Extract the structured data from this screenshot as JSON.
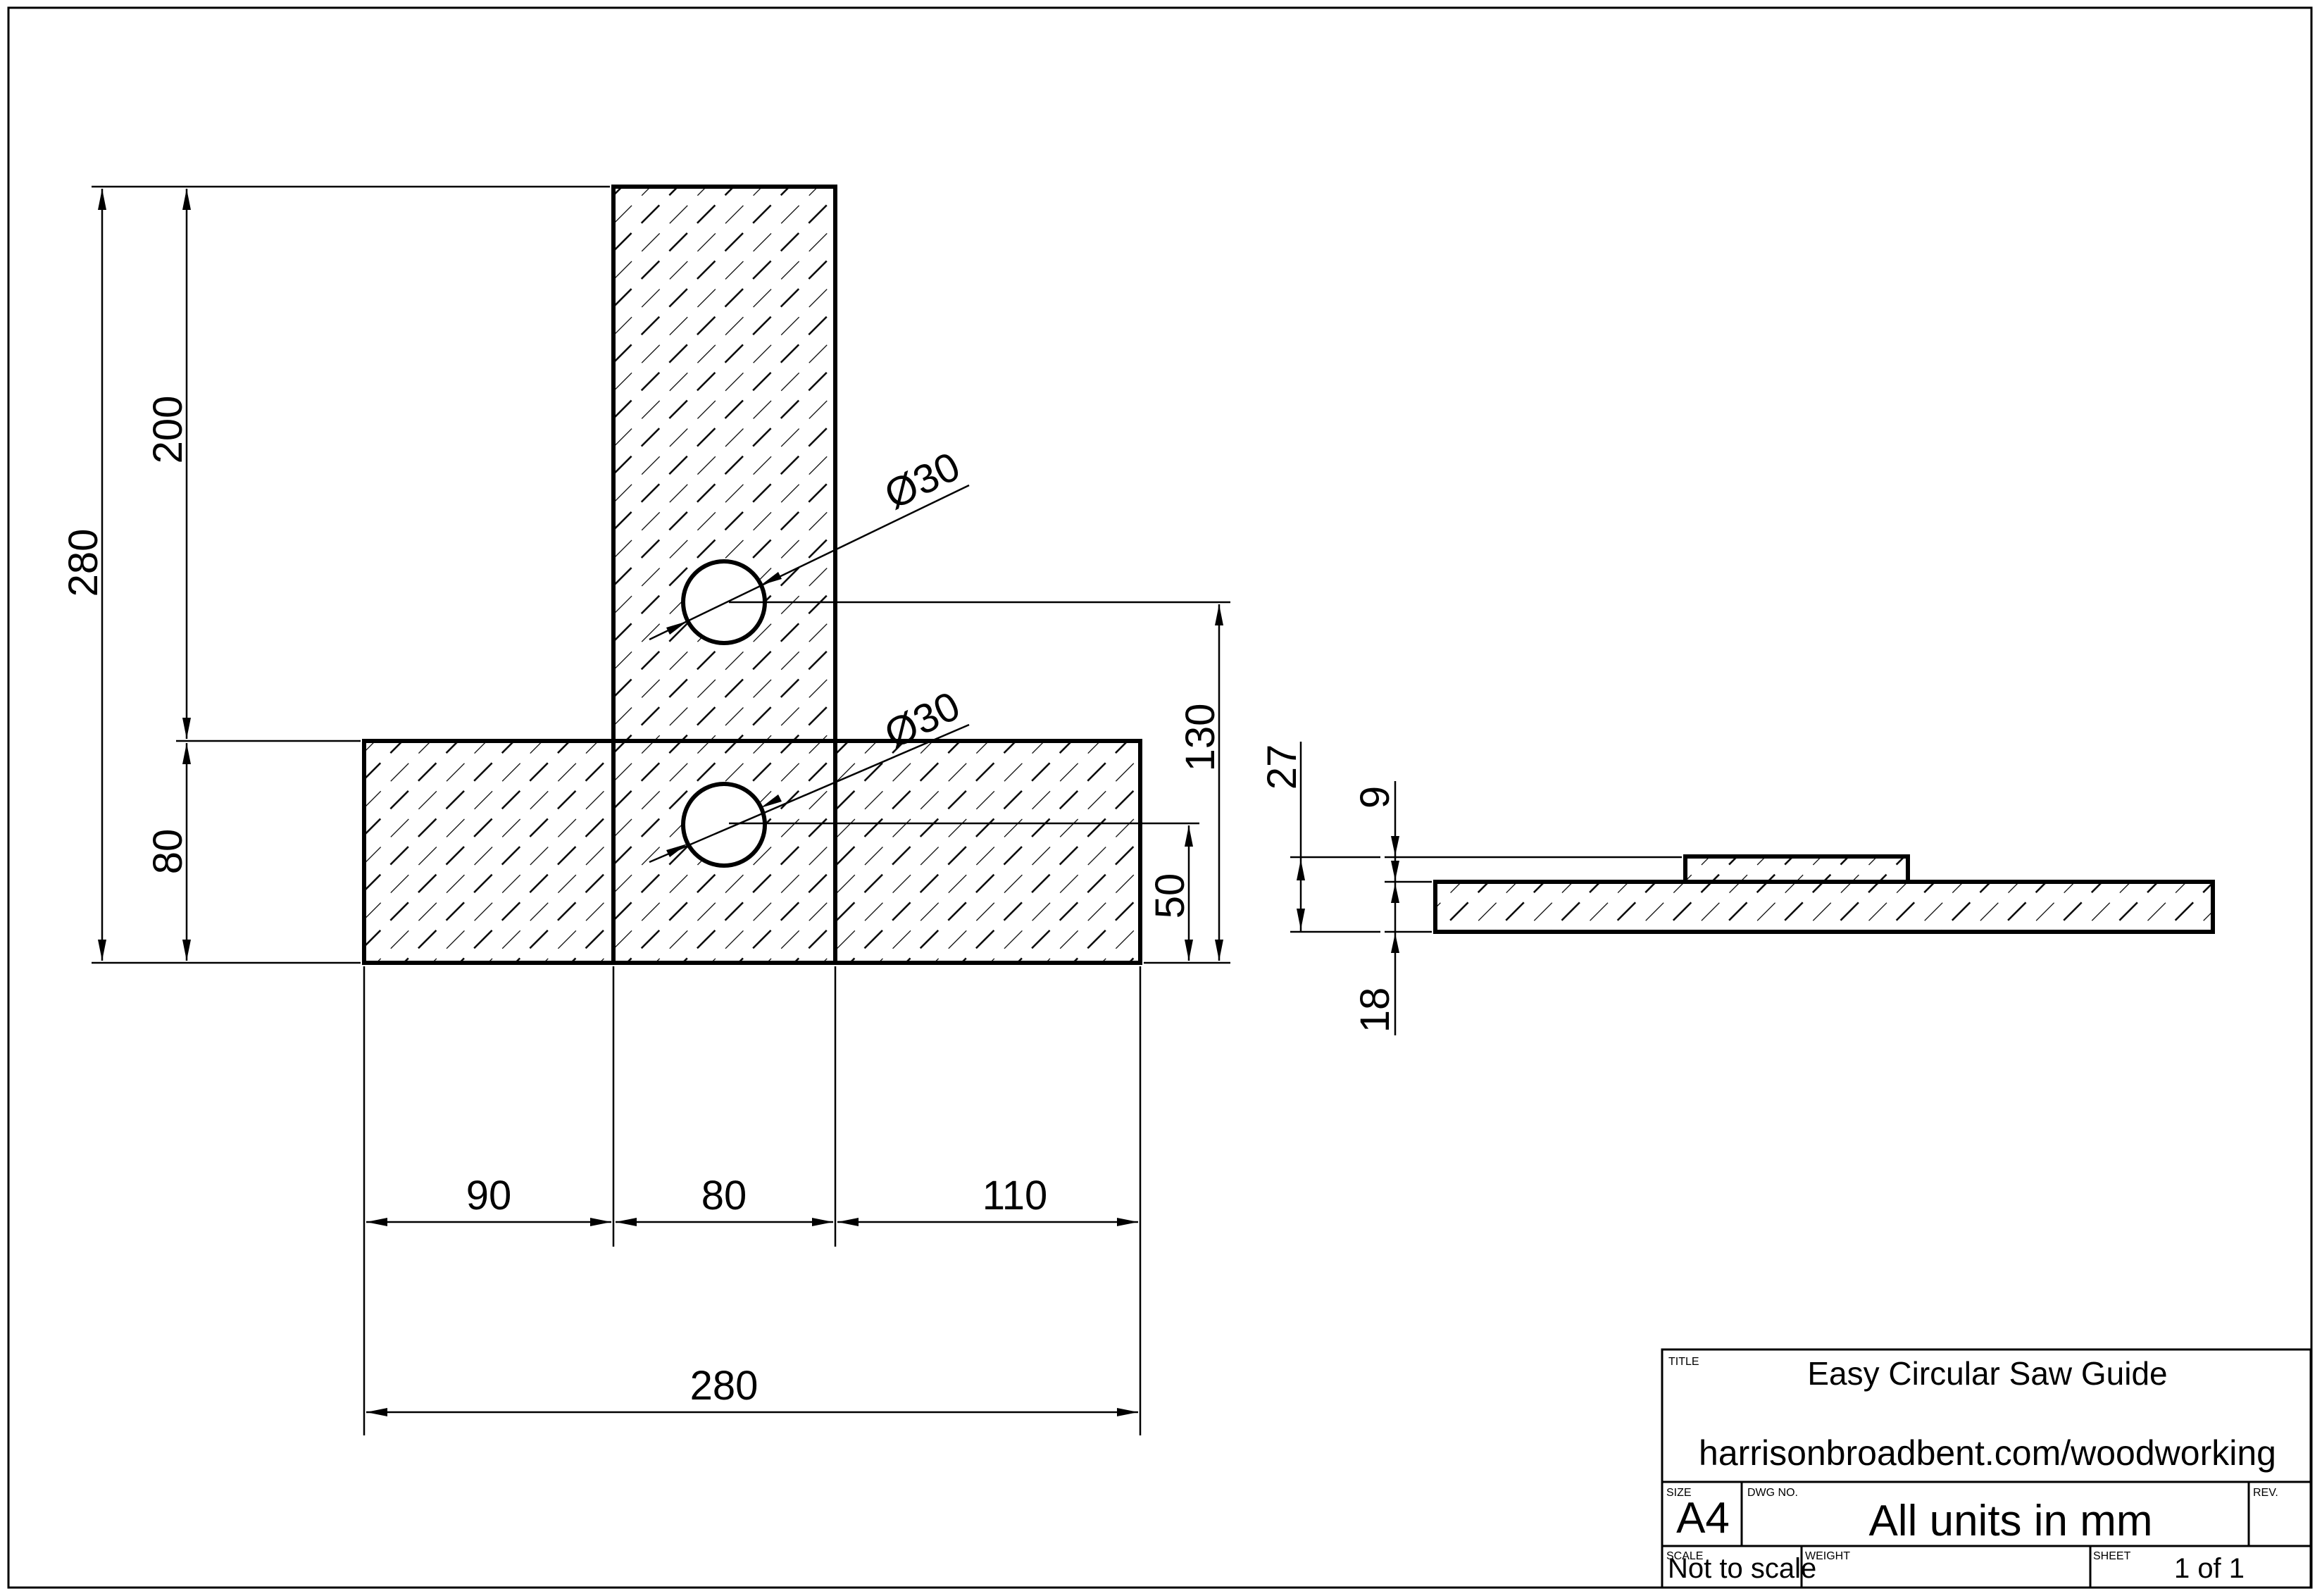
{
  "drawing": {
    "front_view": {
      "dimensions": {
        "overall_height": "280",
        "upright_height": "200",
        "base_height": "80",
        "upper_hole_height": "130",
        "lower_hole_height": "50",
        "left_width": "90",
        "center_width": "80",
        "right_width": "110",
        "overall_width": "280",
        "upper_hole_diameter": "Ø30",
        "lower_hole_diameter": "Ø30"
      }
    },
    "side_view": {
      "dimensions": {
        "total_thickness": "27",
        "top_thickness": "9",
        "base_thickness": "18"
      }
    }
  },
  "title_block": {
    "title_label": "TITLE",
    "title": "Easy Circular Saw Guide",
    "subtitle": "harrisonbroadbent.com/woodworking",
    "size_label": "SIZE",
    "size": "A4",
    "dwg_no_label": "DWG NO.",
    "dwg_no": "All units in mm",
    "rev_label": "REV.",
    "rev": "",
    "scale_label": "SCALE",
    "scale": "Not to scale",
    "weight_label": "WEIGHT",
    "weight": "",
    "sheet_label": "SHEET",
    "sheet": "1 of 1"
  },
  "colors": {
    "line": "#000000",
    "background": "#ffffff"
  }
}
